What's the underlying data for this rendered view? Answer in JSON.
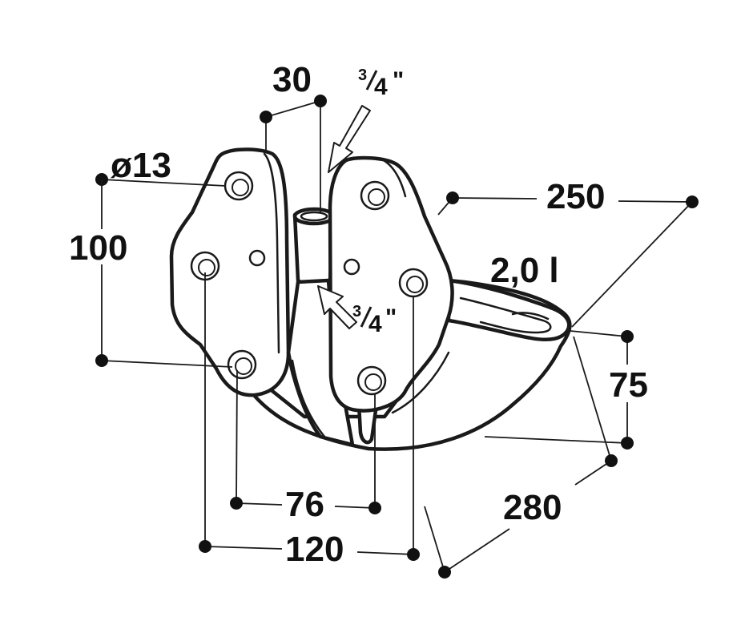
{
  "dimensions": {
    "pipe_offset": "30",
    "hole_diameter": "ø13",
    "hole_spacing_vertical": "100",
    "width": "250",
    "capacity": "2,0 l",
    "height": "75",
    "depth": "280",
    "hole_spacing_inner": "76",
    "hole_spacing_outer": "120"
  },
  "connections": {
    "top_inlet": {
      "whole": "3",
      "numerator": "",
      "denominator": "4",
      "unit": "\""
    },
    "side_inlet": {
      "whole": "3",
      "numerator": "",
      "denominator": "4",
      "unit": "\""
    }
  },
  "colors": {
    "line": "#1a1a1a",
    "background": "#ffffff"
  }
}
